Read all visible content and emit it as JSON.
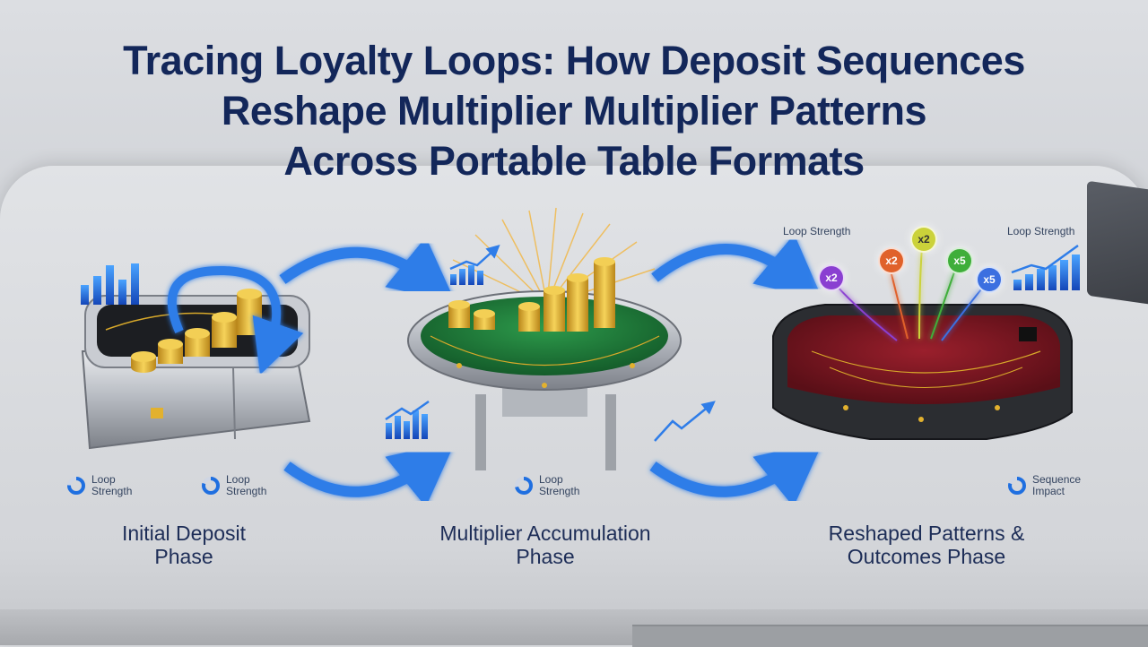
{
  "title": {
    "line1": "Tracing Loyalty Loops: How Deposit Sequences",
    "line2": "Reshape Multiplier Multiplier  Patterns",
    "line3": "Across Portable Table Formats"
  },
  "stages": [
    {
      "line1": "Initial Deposit",
      "line2": "Phase"
    },
    {
      "line1": "Multiplier Accumulation",
      "line2": "Phase"
    },
    {
      "line1": "Reshaped Patterns &",
      "line2": "Outcomes Phase"
    }
  ],
  "badges": {
    "left1": {
      "line1": "Loop",
      "line2": "Strength"
    },
    "left2": {
      "line1": "Loop",
      "line2": "Strength"
    },
    "middle": {
      "line1": "Loop",
      "line2": "Strength"
    },
    "right": {
      "line1": "Sequence",
      "line2": "Impact"
    }
  },
  "top_labels": {
    "left": "Loop Strength",
    "right": "Loop Strength"
  },
  "multipliers": [
    {
      "label": "x2",
      "color": "#8a3fd1"
    },
    {
      "label": "x2",
      "color": "#e0612a"
    },
    {
      "label": "x2",
      "color": "#cbd23a"
    },
    {
      "label": "x5",
      "color": "#3fae3a"
    },
    {
      "label": "x5",
      "color": "#3b6fe0"
    }
  ],
  "colors": {
    "title": "#13275a",
    "arrow": "#2f7de8",
    "felt_green": "#1f7a3a",
    "felt_red": "#7a1620",
    "coin": "#e2b12e"
  }
}
